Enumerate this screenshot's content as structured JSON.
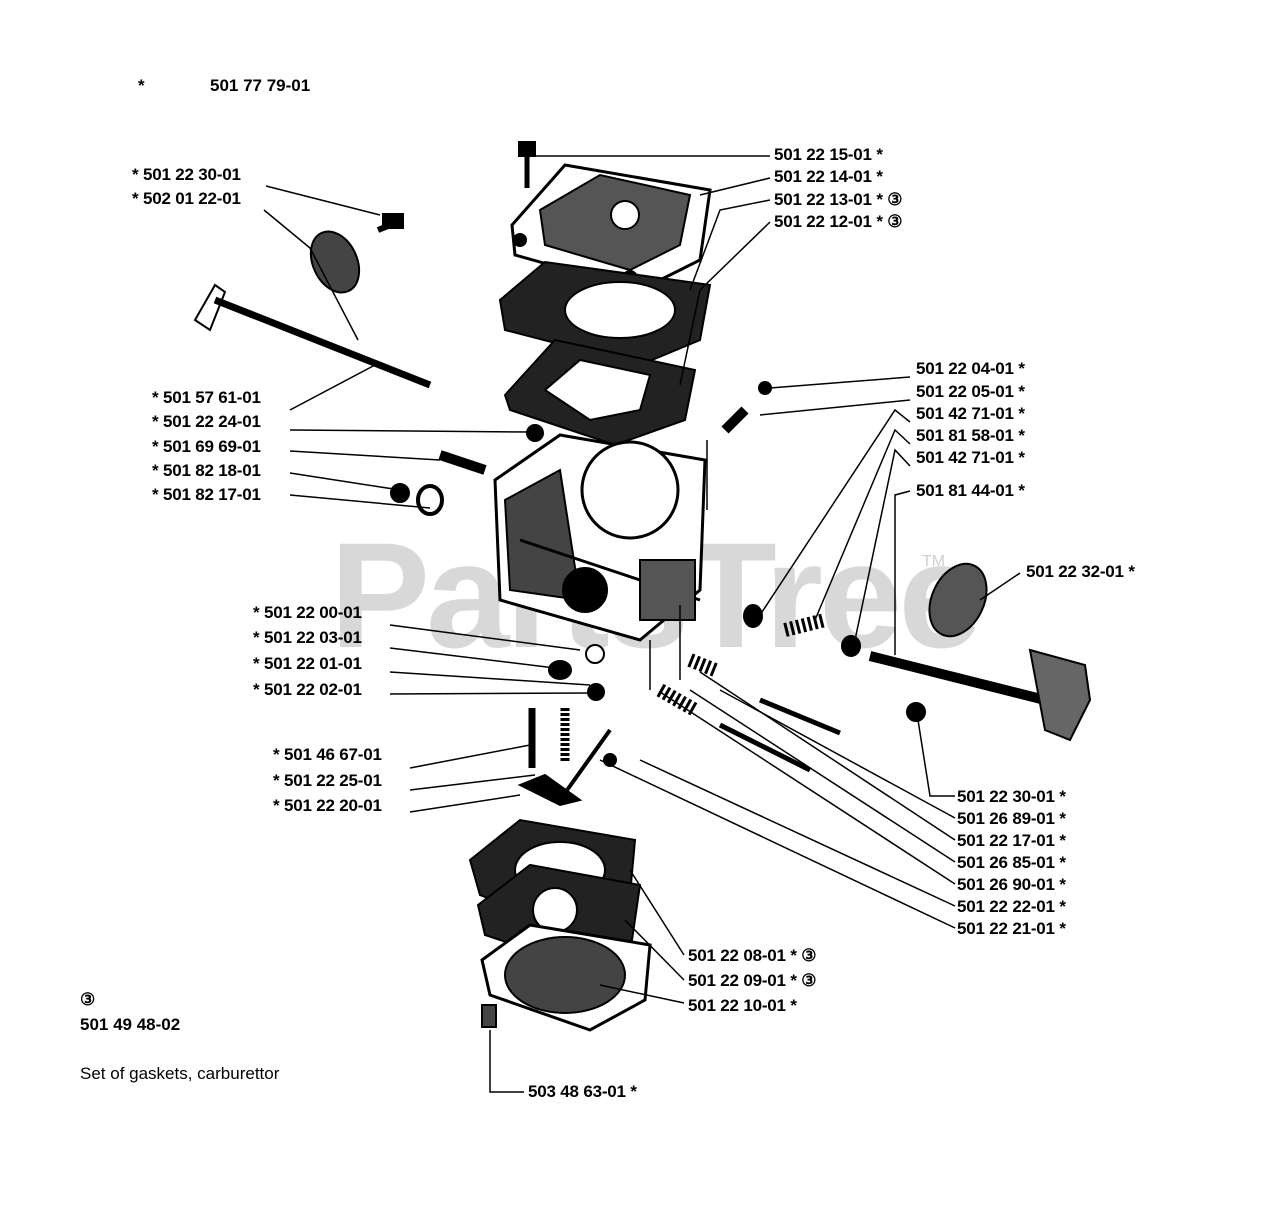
{
  "header": {
    "star": "*",
    "kit_number": "501 77 79-01"
  },
  "watermark": {
    "text": "PartsTree",
    "trademark": "TM"
  },
  "legend": {
    "symbol": "③",
    "kit_number": "501 49 48-02",
    "description": "Set of gaskets, carburettor"
  },
  "labels": {
    "l1": "*  501 22 30-01",
    "l2": "*  502 01 22-01",
    "l3": "*  501 57 61-01",
    "l4": "*  501 22 24-01",
    "l5": "*  501 69 69-01",
    "l6": "*  501 82 18-01",
    "l7": "*  501 82 17-01",
    "l8": "*  501 22 00-01",
    "l9": "*  501 22 03-01",
    "l10": "*  501 22 01-01",
    "l11": "*  501 22 02-01",
    "l12": "*  501 46 67-01",
    "l13": "*  501 22 25-01",
    "l14": "*  501 22 20-01",
    "r1": "501 22 15-01  *",
    "r2": "501 22 14-01  *",
    "r3": "501 22 13-01  * ③",
    "r4": "501 22 12-01  * ③",
    "r5": "501 22 04-01  *",
    "r6": "501 22 05-01  *",
    "r7": "501 42 71-01  *",
    "r8": "501 81 58-01  *",
    "r9": "501 42 71-01  *",
    "r10": "501 81 44-01  *",
    "r11": "501 22 32-01  *",
    "r12": "501 22 30-01  *",
    "r13": "501 26 89-01  *",
    "r14": "501 22 17-01  *",
    "r15": "501 26 85-01  *",
    "r16": "501 26 90-01  *",
    "r17": "501 22 22-01  *",
    "r18": "501 22 21-01  *",
    "b1": "501 22 08-01  * ③",
    "b2": "501 22 09-01  * ③",
    "b3": "501 22 10-01  *",
    "b4": "503 48 63-01  *"
  }
}
